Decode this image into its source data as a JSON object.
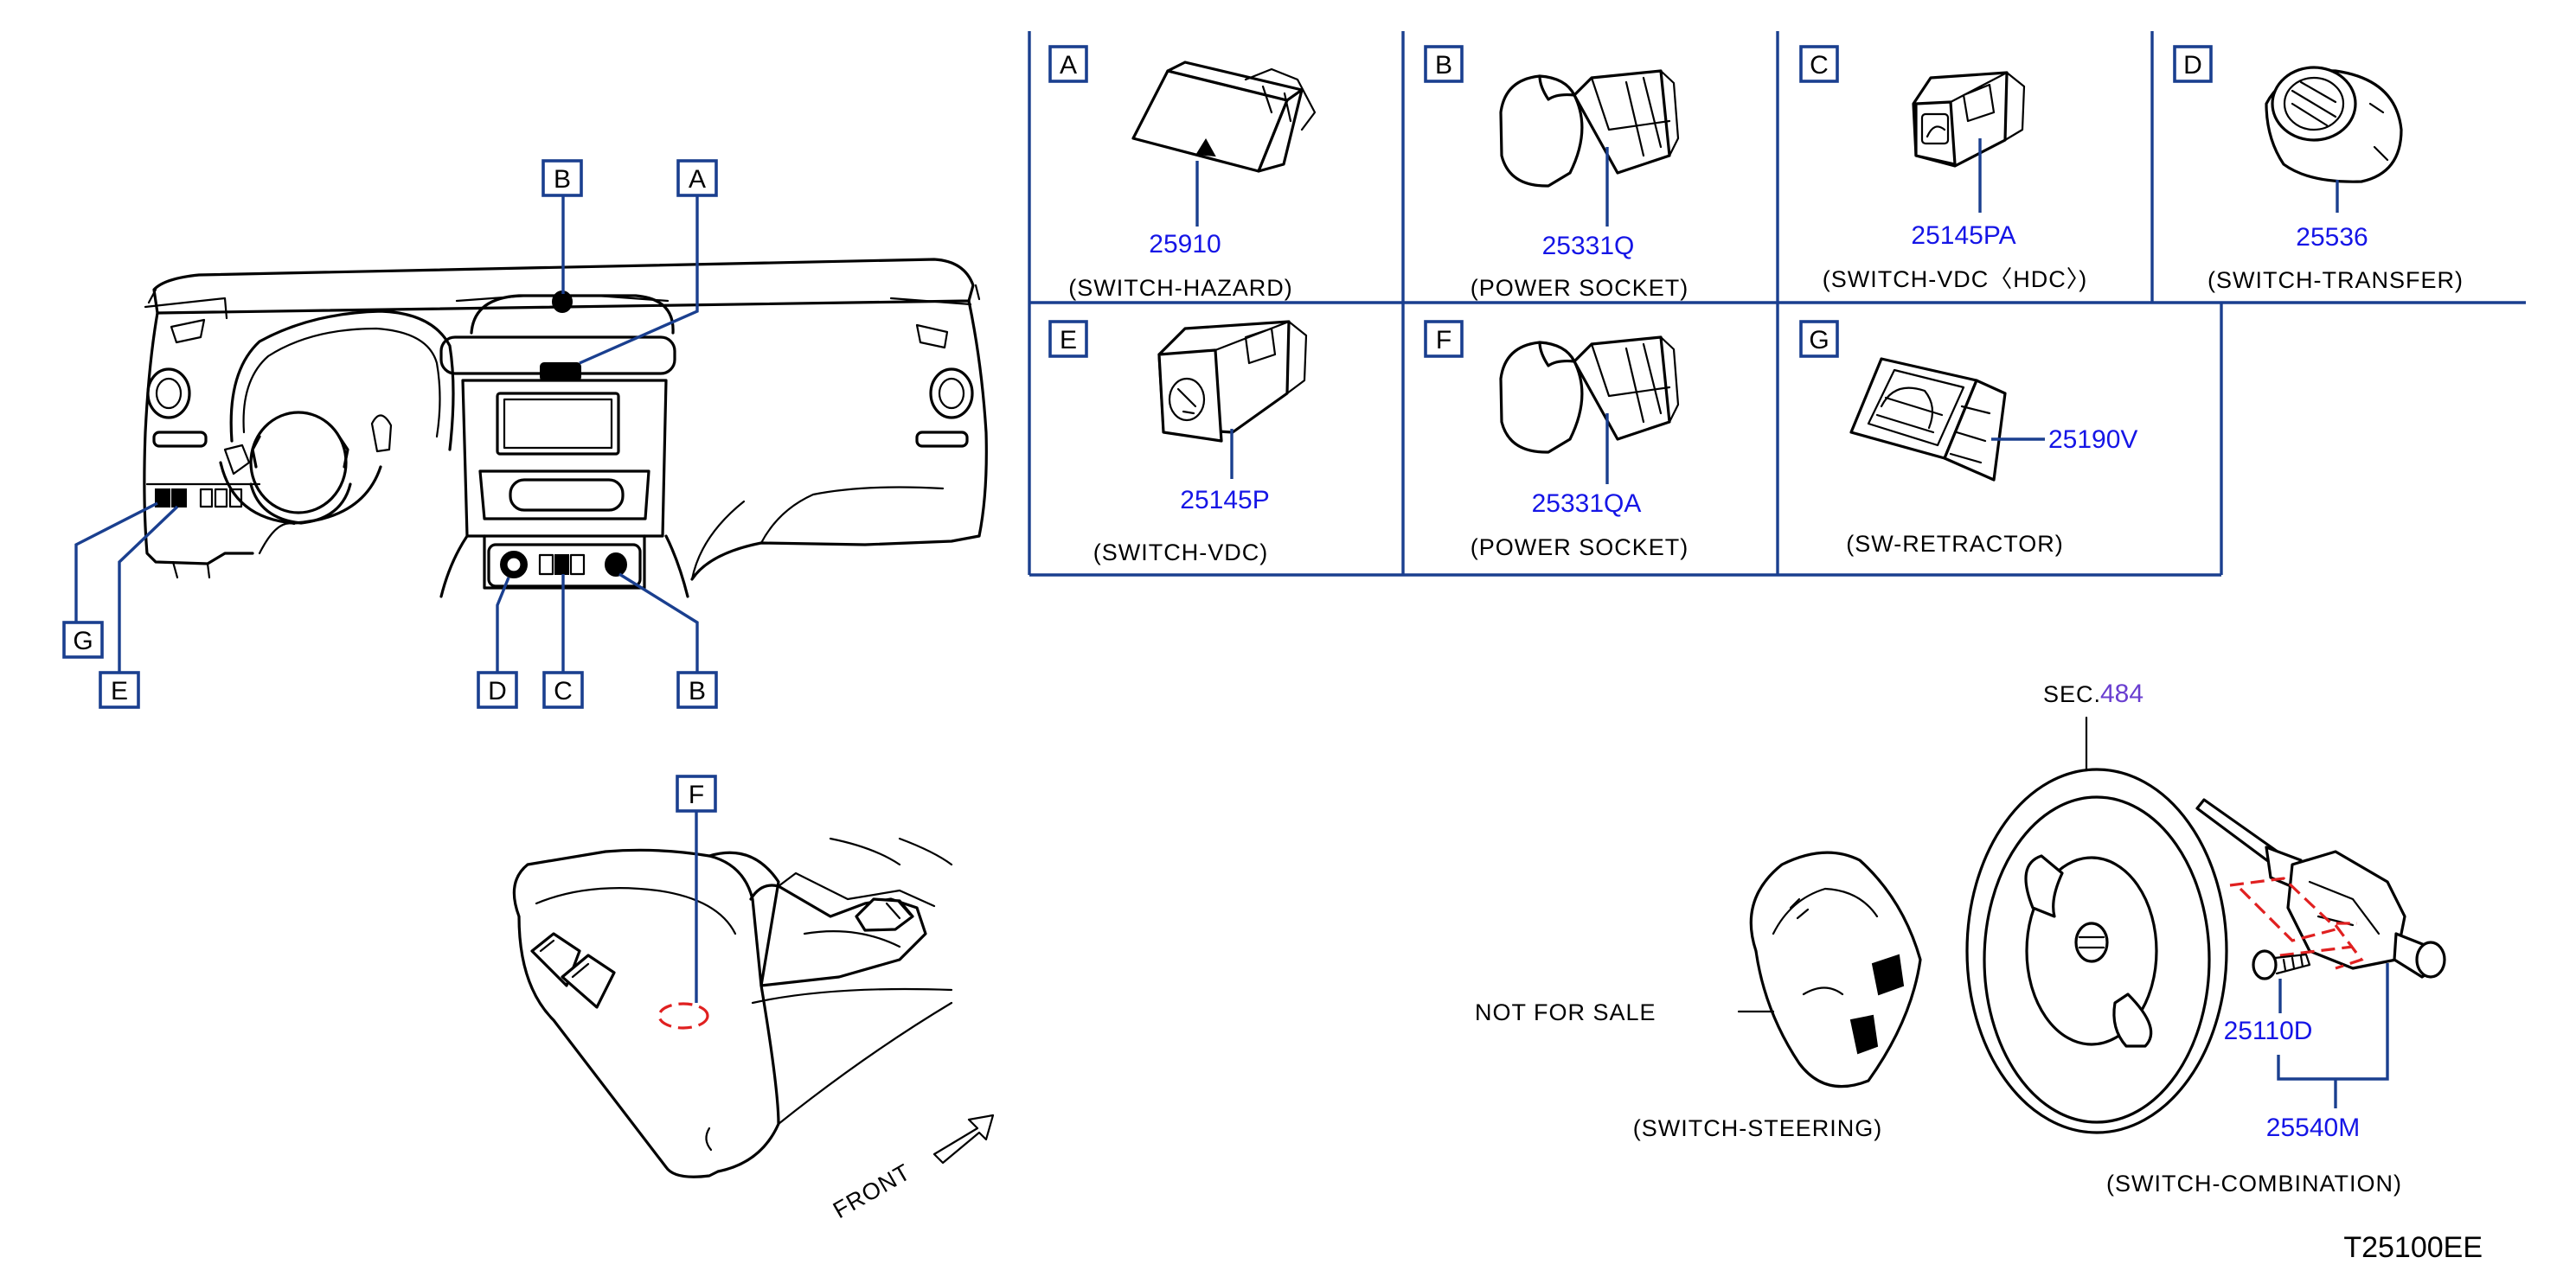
{
  "diagram_code": "T25100EE",
  "callout_letters": {
    "a": "A",
    "b": "B",
    "c": "C",
    "d": "D",
    "e": "E",
    "f": "F",
    "g": "G"
  },
  "panels": {
    "a": {
      "letter": "A",
      "part_no": "25910",
      "caption": "(SWITCH-HAZARD)"
    },
    "b": {
      "letter": "B",
      "part_no": "25331Q",
      "caption": "(POWER   SOCKET)"
    },
    "c": {
      "letter": "C",
      "part_no": "25145PA",
      "caption": "(SWITCH-VDC〈HDC〉)"
    },
    "d": {
      "letter": "D",
      "part_no": "25536",
      "caption": "(SWITCH-TRANSFER)"
    },
    "e": {
      "letter": "E",
      "part_no": "25145P",
      "caption": "(SWITCH-VDC)"
    },
    "f": {
      "letter": "F",
      "part_no": "25331QA",
      "caption": "(POWER   SOCKET)"
    },
    "g": {
      "letter": "G",
      "part_no": "25190V",
      "caption": "(SW-RETRACTOR)"
    }
  },
  "steering": {
    "sec_label": "SEC.",
    "sec_number": "484",
    "not_for_sale": "NOT   FOR   SALE",
    "switch_steering_caption": "(SWITCH-STEERING)",
    "screw_part_no": "25110D",
    "combination_part_no": "25540M",
    "combination_caption": "(SWITCH-COMBINATION)"
  },
  "front_label": "FRONT",
  "colors": {
    "callout_blue": "#1a3f8f",
    "part_number_blue": "#1515e6",
    "sec_purple": "#6a3fd0",
    "highlight_red": "#e02020"
  }
}
